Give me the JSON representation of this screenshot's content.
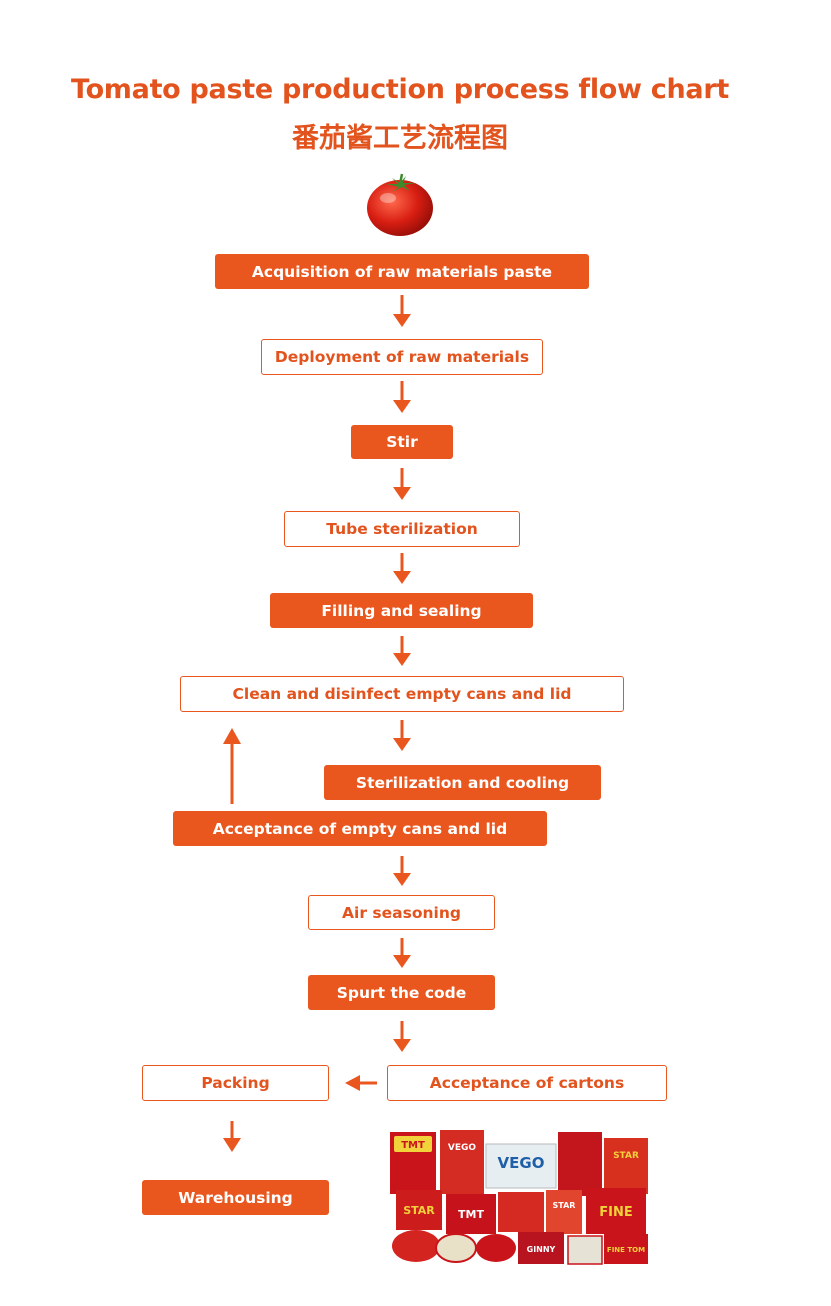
{
  "title": "Tomato paste production process flow chart",
  "title_cn": "番茄酱工艺流程图",
  "steps": {
    "s1": "Acquisition of raw materials paste",
    "s2": "Deployment of raw materials",
    "s3": "Stir",
    "s4": "Tube sterilization",
    "s5": "Filling and sealing",
    "s6": "Clean and disinfect empty cans and lid",
    "s7": "Sterilization and cooling",
    "s8": "Acceptance of empty cans and lid",
    "s9": "Air seasoning",
    "s10": "Spurt the code",
    "s11": "Acceptance of cartons",
    "s12": "Packing",
    "s13": "Warehousing"
  },
  "product_labels": [
    "TMT",
    "VEGO",
    "VEGO",
    "STAR",
    "TMT",
    "STAR",
    "FINE",
    "GINNY",
    "FINE TOM"
  ],
  "colors": {
    "accent": "#e9571f",
    "text_on_accent": "#ffffff",
    "background": "#ffffff"
  }
}
